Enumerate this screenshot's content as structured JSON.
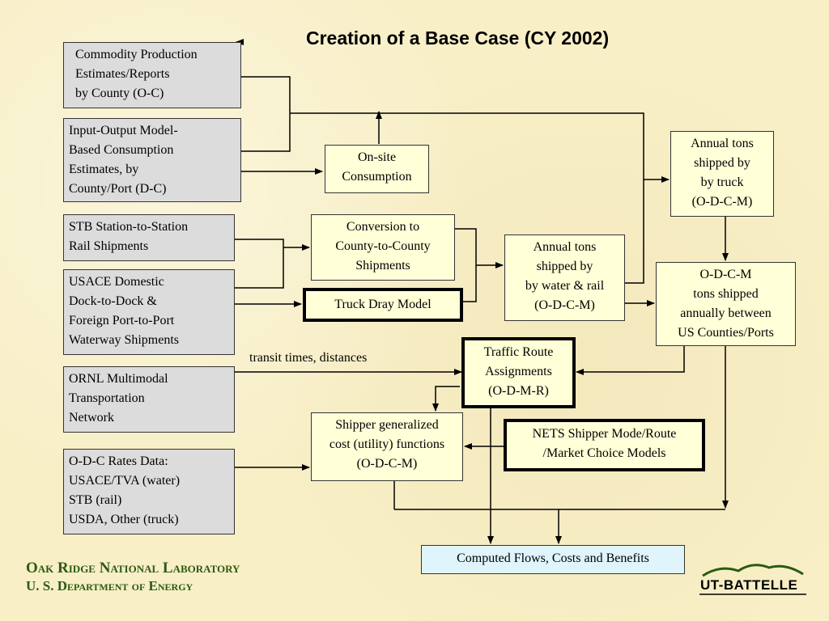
{
  "title": "Creation of a Base Case (CY 2002)",
  "boxes": {
    "commodity_production": "Commodity  Production\n   Estimates/Reports\nby County  (O-C)",
    "input_output": "Input-Output Model-\nBased Consumption\nEstimates, by\nCounty/Port  (D-C)",
    "stb_rail": "STB Station-to-Station\n      Rail Shipments",
    "usace": "USACE Domestic\nDock-to-Dock  &\nForeign Port-to-Port\nWaterway Shipments",
    "ornl_network": "ORNL Multimodal\nTransportation\n Network",
    "odc_rates": "O-D-C Rates Data:\nUSACE/TVA (water)\nSTB (rail)\nUSDA, Other (truck)",
    "onsite": "On-site\nConsumption",
    "conversion": "Conversion to\nCounty-to-County\nShipments",
    "truck_dray": "Truck Dray Model",
    "annual_water_rail": "Annual tons\nshipped by\nby water & rail\n(O-D-C-M)",
    "annual_truck": "Annual tons\nshipped by\nby truck\n(O-D-C-M)",
    "odcm_counties": "O-D-C-M\ntons shipped\nannually between\nUS Counties/Ports",
    "traffic_route": "Traffic Route\nAssignments\n(O-D-M-R)",
    "shipper_cost": "Shipper generalized\ncost (utility) functions\n(O-D-C-M)",
    "nets": "NETS Shipper Mode/Route\n/Market Choice Models",
    "computed_flows": "Computed Flows, Costs and Benefits"
  },
  "labels": {
    "transit": "transit times, distances"
  },
  "org": {
    "lab_line1": "Oak Ridge National Laboratory",
    "lab_line2": "U. S. Department of Energy"
  },
  "logo": "UT-BATTELLE",
  "colors": {
    "background": "#f8efc6",
    "gray_box": "#dcdcdc",
    "cream_box": "#ffffd8",
    "blue_box": "#dff4fb",
    "org_green": "#2b5a12"
  }
}
